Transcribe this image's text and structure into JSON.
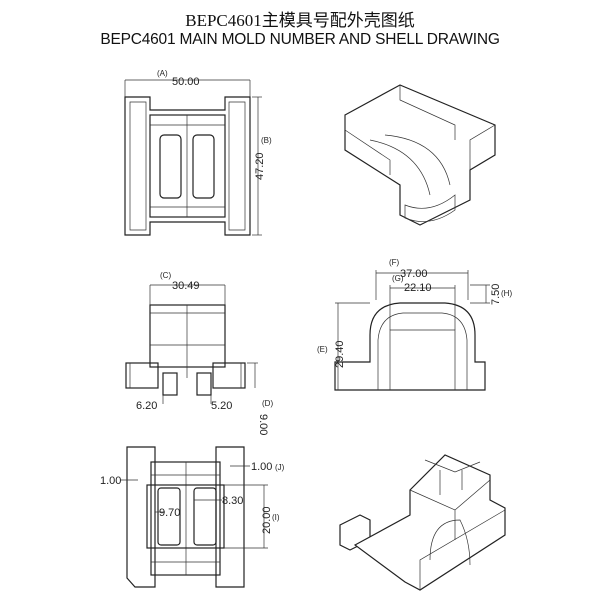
{
  "title_cn": "BEPC4601主模具号配外壳图纸",
  "title_en": "BEPC4601 MAIN MOLD NUMBER AND SHELL DRAWING",
  "dimensions": {
    "A": {
      "label": "(A)",
      "value": "50.00"
    },
    "B": {
      "label": "(B)",
      "value": "47.20"
    },
    "C": {
      "label": "(C)",
      "value": "30.49"
    },
    "D": {
      "label": "(D)",
      "value": "9.00"
    },
    "pin_left": {
      "value": "6.20"
    },
    "pin_right": {
      "value": "5.20"
    },
    "E": {
      "label": "(E)",
      "value": "29.40"
    },
    "F": {
      "label": "(F)",
      "value": "37.00"
    },
    "G": {
      "label": "(G)",
      "value": "22.10"
    },
    "H": {
      "label": "(H)",
      "value": "7.50"
    },
    "wall_left": {
      "value": "1.00"
    },
    "J": {
      "label": "(J)",
      "value": "1.00"
    },
    "inner_w": {
      "value": "9.70"
    },
    "inner_r": {
      "value": "8.30"
    },
    "I": {
      "label": "(I)",
      "value": "20.00"
    }
  }
}
